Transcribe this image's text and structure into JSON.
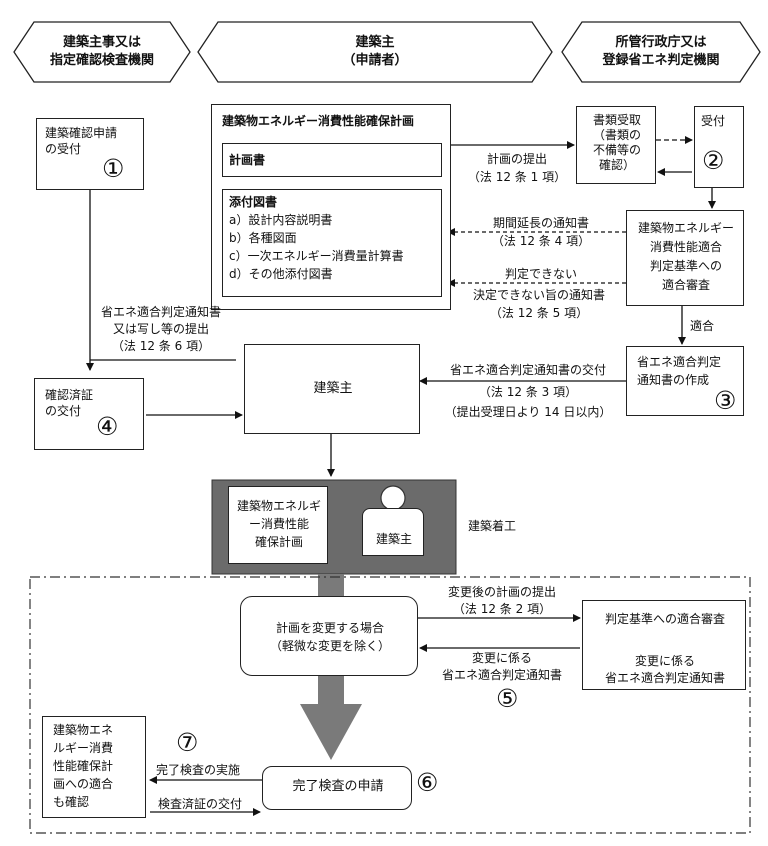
{
  "headers": {
    "left": "建築主事又は\n指定確認検査機関",
    "center": "建築主\n（申請者）",
    "right": "所管行政庁又は\n登録省エネ判定機関"
  },
  "plan": {
    "title": "建築物エネルギー消費性能確保計画",
    "keikakusho": "計画書",
    "attach_title": "添付図書",
    "attach_items": [
      "a）設計内容説明書",
      "b）各種図面",
      "c）一次エネルギー消費量計算書",
      "d）その他添付図書"
    ]
  },
  "boxes": {
    "kakunin_uketsuke": "建築確認申請\nの受付",
    "shorui_juri": "書類受取\n（書類の\n不備等の\n確認）",
    "uketsuke": "受付",
    "tekigo_shinsa": "建築物エネルギー\n消費性能適合\n判定基準への\n適合審査",
    "tsuchisho_sakusei": "省エネ適合判定\n通知書の作成",
    "kakunin_kofu": "確認済証\nの交付",
    "kenchikunushi": "建築主",
    "site_plan": "建築物エネルギ\nー消費性能\n確保計画",
    "site_person": "建築主",
    "henko": "計画を変更する場合\n（軽微な変更を除く）",
    "hantei_shinsa": "判定基準への適合審査",
    "henko_tsuchisho": "変更に係る\n省エネ適合判定通知書",
    "kanryo_shinsei": "完了検査の申請",
    "final_check": "建築物エネ\nルギー消費\n性能確保計\n画への適合\nも確認"
  },
  "labels": {
    "teishutsu": "計画の提出\n（法 12 条 1 項）",
    "enchou": "期間延長の通知書\n（法 12 条 4 項）",
    "hantei_dekinai": "判定できない",
    "kettei_dekinai": "決定できない旨の通知書\n（法 12 条 5 項）",
    "tekigo": "適合",
    "tsuchi_teishutsu": "省エネ適合判定通知書\n又は写し等の提出\n（法 12 条 6 項）",
    "tsuchi_kofu": "省エネ適合判定通知書の交付",
    "ho3": "（法 12 条 3 項）",
    "kigen": "（提出受理日より 14 日以内）",
    "chakko": "建築着工",
    "henko_teishutsu": "変更後の計画の提出\n（法 12 条 2 項）",
    "henko_kakaru": "変更に係る\n省エネ適合判定通知書",
    "kanryo_jisshi": "完了検査の実施",
    "kensa_kofu": "検査済証の交付"
  },
  "numbers": [
    "①",
    "②",
    "③",
    "④",
    "⑤",
    "⑥",
    "⑦"
  ]
}
